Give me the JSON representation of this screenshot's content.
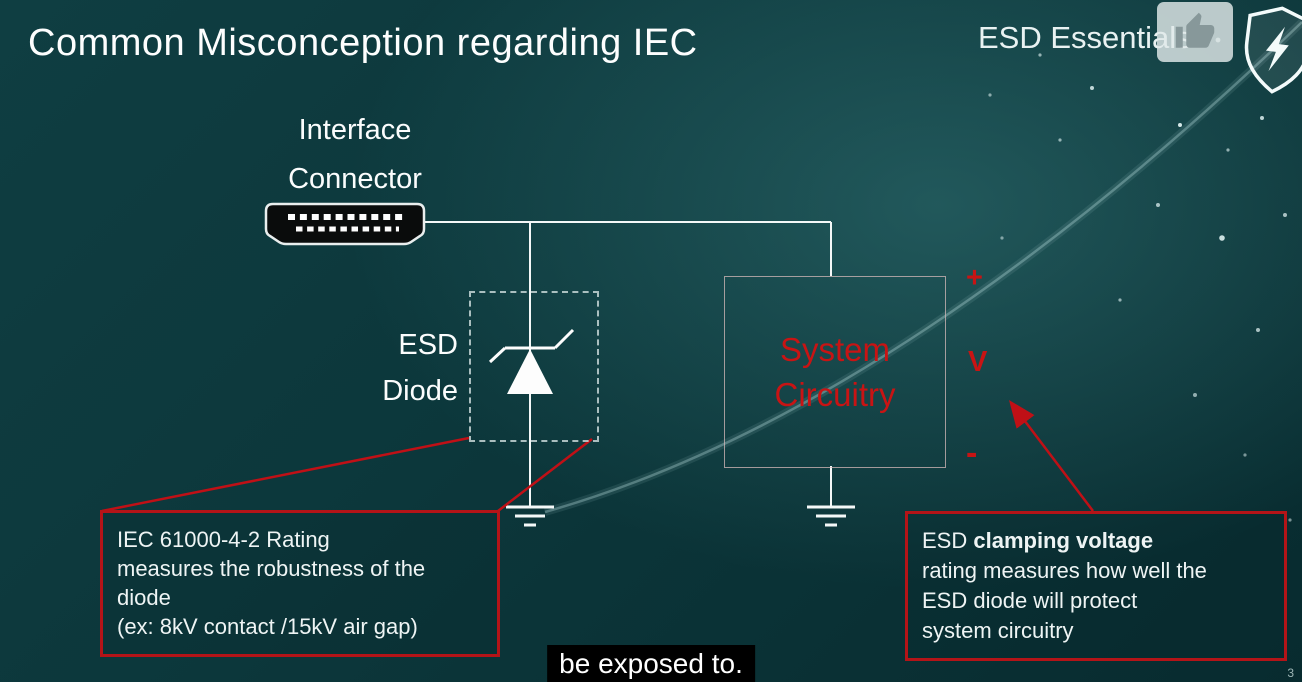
{
  "slide": {
    "title": "Common Misconception regarding IEC",
    "brand": "ESD Essentials",
    "caption": "be exposed to.",
    "page_number": "3"
  },
  "diagram": {
    "connector_label": {
      "line1": "Interface",
      "line2": "Connector"
    },
    "esd_diode_label": {
      "line1": "ESD",
      "line2": "Diode"
    },
    "system_box": {
      "line1": "System",
      "line2": "Circuitry"
    },
    "voltage_marks": {
      "plus": "+",
      "v": "V",
      "minus": "-"
    }
  },
  "callouts": {
    "iec_rating": {
      "line1": "IEC 61000-4-2 Rating",
      "line2": "measures the robustness of the",
      "line3": "diode",
      "line4": "(ex: 8kV contact /15kV air gap)"
    },
    "clamping_voltage": {
      "line1_normal": "ESD ",
      "line1_bold": "clamping voltage",
      "line2": "rating measures how well the",
      "line3": "ESD diode will protect",
      "line4": "system circuitry"
    }
  },
  "icons": {
    "top_right": [
      "thumbs-up-icon",
      "shield-icon"
    ]
  },
  "colors": {
    "accent_red": "#c81414",
    "text_white": "#f2f7f7",
    "bg_dark": "#082b2f",
    "bg_light": "#165257"
  }
}
